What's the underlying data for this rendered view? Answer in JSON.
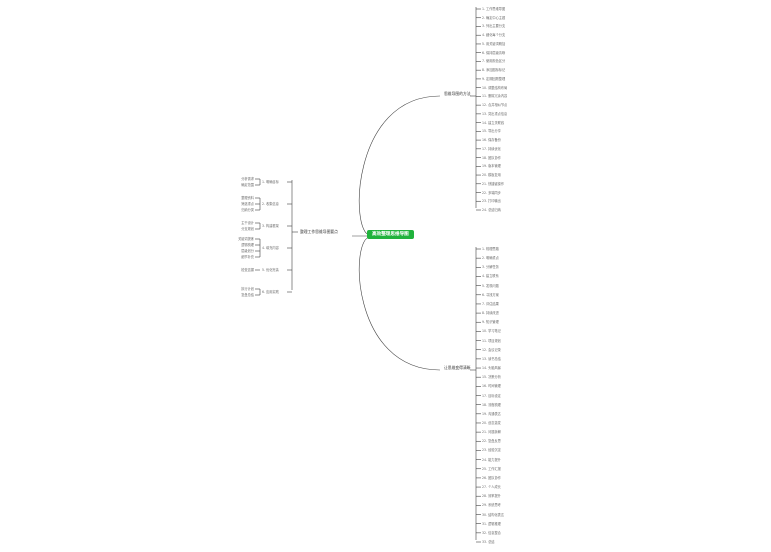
{
  "root": {
    "label": "高效整理思维导图"
  },
  "branches": {
    "top": {
      "label": "思维导图的方法"
    },
    "left": {
      "label": "整理工作思维导图要点"
    },
    "bottom": {
      "label": "让思维变得清晰"
    }
  },
  "top_leaves": [
    "1. 工作思维导图",
    "2. 确定中心主题",
    "3. 列出主要分支",
    "4. 细化每个分支",
    "5. 用关键词概括",
    "6. 保持层级清晰",
    "7. 使用颜色区分",
    "8. 添加图标标记",
    "9. 定期回顾整理",
    "10. 调整结构布局",
    "11. 删除冗余内容",
    "12. 合并相似节点",
    "13. 突出重点信息",
    "14. 建立关联线",
    "15. 导出分享",
    "16. 保存备份",
    "17. 持续优化",
    "18. 团队协作",
    "19. 版本管理",
    "20. 模板复用",
    "21. 快捷键操作",
    "22. 多端同步",
    "23. 打印输出",
    "24. 总结归纳"
  ],
  "left_groups": [
    {
      "label": "1. 明确目标",
      "leaves": [
        "分析需求",
        "确定范围"
      ]
    },
    {
      "label": "2. 收集信息",
      "leaves": [
        "整理资料",
        "筛选重点",
        "归纳分类"
      ]
    },
    {
      "label": "3. 构建框架",
      "leaves": [
        "主干设计",
        "分支规划"
      ]
    },
    {
      "label": "4. 填充内容",
      "leaves": [
        "关键词提炼",
        "逻辑梳理",
        "层级划分",
        "细节补充"
      ]
    },
    {
      "label": "5. 优化完善",
      "leaves": [
        "检查遗漏"
      ]
    },
    {
      "label": "6. 应用实践",
      "leaves": [
        "执行计划",
        "复盘总结"
      ]
    }
  ],
  "bottom_leaves": [
    "1. 梳理思路",
    "2. 明确重点",
    "3. 分解任务",
    "4. 建立联系",
    "5. 发现问题",
    "6. 寻找方案",
    "7. 评估结果",
    "8. 持续改进",
    "9. 知识管理",
    "10. 学习笔记",
    "11. 项目规划",
    "12. 会议记录",
    "13. 读书总结",
    "14. 头脑风暴",
    "15. 决策分析",
    "16. 时间管理",
    "17. 目标设定",
    "18. 流程梳理",
    "19. 沟通表达",
    "20. 创意激发",
    "21. 问题拆解",
    "22. 复盘反思",
    "23. 经验沉淀",
    "24. 能力提升",
    "25. 工作汇报",
    "26. 团队协作",
    "27. 个人成长",
    "28. 效率提升",
    "29. 系统思考",
    "30. 结构化表达",
    "31. 逻辑推理",
    "32. 信息整合",
    "33. 总结"
  ],
  "colors": {
    "root": "#20b23c",
    "line": "#444444",
    "text": "#6a6a6a"
  }
}
